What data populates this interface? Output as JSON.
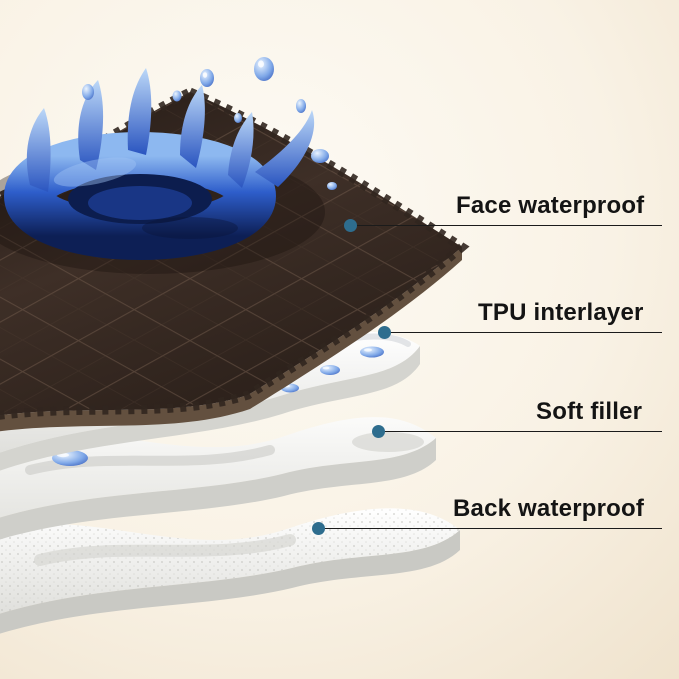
{
  "diagram": {
    "labels": [
      {
        "id": "face-waterproof",
        "text": "Face waterproof"
      },
      {
        "id": "tpu-interlayer",
        "text": "TPU interlayer"
      },
      {
        "id": "soft-filler",
        "text": "Soft filler"
      },
      {
        "id": "back-waterproof",
        "text": "Back waterproof"
      }
    ],
    "layers": [
      {
        "name": "face-waterproof-layer",
        "appearance": "dark brown quilted fabric with water splash"
      },
      {
        "name": "tpu-interlayer-layer",
        "appearance": "glossy white film with water droplets"
      },
      {
        "name": "soft-filler-layer",
        "appearance": "soft white filler sheet"
      },
      {
        "name": "back-waterproof-layer",
        "appearance": "white non-slip dotted backing"
      }
    ],
    "icons": [
      {
        "name": "water-splash"
      },
      {
        "name": "water-droplet"
      },
      {
        "name": "callout-dot"
      }
    ],
    "colors": {
      "background_center": "#fdfbf5",
      "background_edge": "#e2d2b6",
      "callout_dot": "#2e6d8e",
      "callout_line": "#1b1b1b",
      "label_text": "#141414",
      "face_layer_brown": "#3a2c25",
      "water_blue": "#2a52b8",
      "layer_white": "#f5f5f2"
    }
  }
}
